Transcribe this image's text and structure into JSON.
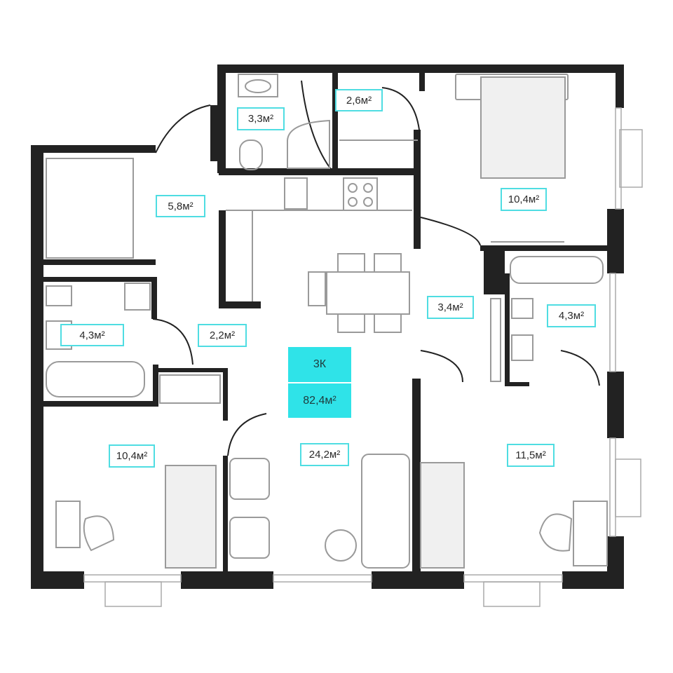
{
  "apartment": {
    "type": "3К",
    "total_area": "82,4м²"
  },
  "rooms": [
    {
      "id": "bathroom-top",
      "area": "3,3м²"
    },
    {
      "id": "wardrobe-top",
      "area": "2,6м²"
    },
    {
      "id": "bedroom-top",
      "area": "10,4м²"
    },
    {
      "id": "hallway-entry",
      "area": "5,8м²"
    },
    {
      "id": "bathroom-left",
      "area": "4,3м²"
    },
    {
      "id": "corridor-left",
      "area": "2,2м²"
    },
    {
      "id": "corridor-right",
      "area": "3,4м²"
    },
    {
      "id": "bathroom-right",
      "area": "4,3м²"
    },
    {
      "id": "bedroom-left",
      "area": "10,4м²"
    },
    {
      "id": "living-kitchen",
      "area": "24,2м²"
    },
    {
      "id": "bedroom-right",
      "area": "11,5м²"
    }
  ],
  "colors": {
    "wall": "#222222",
    "accent": "#2fe3e8",
    "label_border": "#4fdde2",
    "furniture": "#9a9a9a"
  }
}
